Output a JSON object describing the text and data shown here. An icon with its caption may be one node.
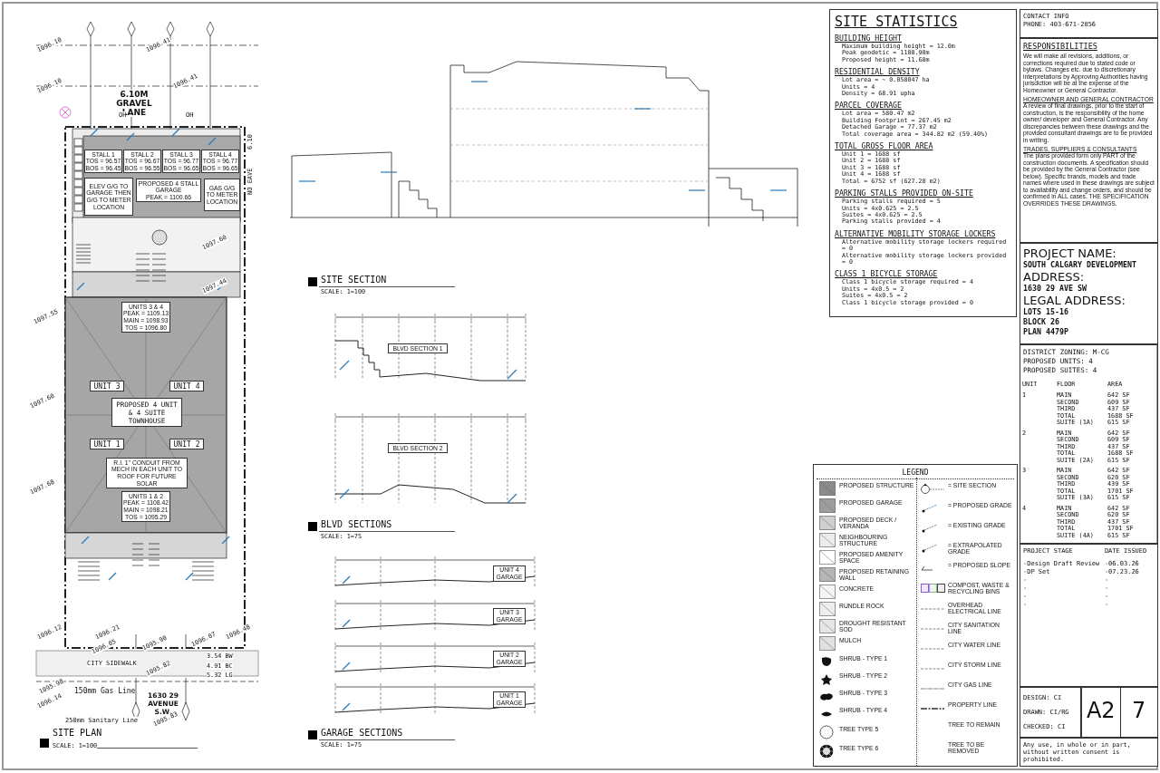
{
  "diagram": {
    "nodes": [
      {
        "text": [
          "SITE STATISTICS",
          "BUILDING HEIGHT",
          "Maximum building height = 12.0m",
          "Peak geodetic = 1108.90m",
          "Proposed height = 11.68m",
          "RESIDENTIAL DENSITY",
          "Lot area = ~ 0.058047 ha",
          "Units = 4",
          "Density = 68.91 upha",
          "PARCEL COVERAGE",
          "Lot area = 580.47 m2",
          "Building Footprint = 267.45 m2",
          "Detached Garage = 77.37 m2",
          "Total coverage area = 344.82 m2 (59.40%)",
          "TOTAL GROSS FLOOR AREA",
          "Unit 1 = 1688 sf",
          "Unit 2 = 1688 sf",
          "Unit 3 = 1688 sf",
          "Unit 4 = 1688 sf",
          "Total = 6752 sf (627.28 m2)",
          "PARKING STALLS PROVIDED ON-SITE",
          "Parking stalls required = 5",
          "Units = 4x0.625 = 2.5",
          "Suites = 4x0.625 = 2.5",
          "Parking stalls provided = 4",
          "ALTERNATIVE MOBILITY STORAGE LOCKERS",
          "Alternative mobility storage lockers required = 0",
          "Alternative mobility storage lockers provided = 0",
          "CLASS 1 BICYCLE STORAGE",
          "Class 1 bicycle storage required = 4",
          "Units = 4x0.5 = 2",
          "Suites = 4x0.5 = 2",
          "Class 1 bicycle storage provided = 0"
        ]
      },
      {
        "text": [
          "CONTACT INFO",
          "PHONE: 403-671-2856"
        ]
      },
      {
        "text": [
          "RESPONSIBILITIES",
          "We will make all revisions, additions, or corrections required due to stated code or bylaws. Changes etc. due to discretionary interpretations by Approving Authorities having jurisdiction will be at the expense of the Homeowner or General Contractor.",
          "HOMEOWNER AND GENERAL CONTRACTOR",
          "A review of final drawings, prior to the start of construction, is the responsibility of the home owner/ developer and General Contractor. Any discrepancies between these drawings and the provided consultant drawings are to be provided in writing.",
          "TRADES, SUPPLIERS & CONSULTANTS",
          "The plans provided form only PART of the construction documents. A specification should be provided by the General Contractor (see below). Specific brands, models and trade names where used in these drawings are subject to availability and change orders, and should be confirmed in ALL cases. THE SPECIFICATION OVERRIDES THESE DRAWINGS."
        ]
      },
      {
        "text": [
          "PROJECT NAME:",
          "SOUTH CALGARY DEVELOPMENT",
          "ADDRESS:",
          "1630 29 AVE SW",
          "LEGAL ADDRESS:",
          "LOTS 15-16",
          "BLOCK 26",
          "PLAN 4479P"
        ]
      },
      {
        "text": [
          "DISTRICT ZONING: M-CG",
          "PROPOSED UNITS: 4",
          "PROPOSED SUITES: 4"
        ]
      },
      {
        "text": [
          "PROJECT STAGE",
          "DATE ISSUED",
          "-Design Draft Review",
          "-06.03.26",
          "-DP Set",
          "-07.23.26",
          "-",
          "-",
          "-",
          "-",
          "-",
          "-",
          "-",
          "-"
        ]
      },
      {
        "text": [
          "DESIGN: CI",
          "DRAWN: CI/RG",
          "CHECKED: CI"
        ]
      },
      {
        "text": [
          "A2",
          "7"
        ]
      },
      {
        "text": [
          "Any use, in whole or in part, without written consent is prohibited."
        ]
      },
      {
        "text": [
          "LEGEND"
        ]
      },
      {
        "text": [
          "PROPOSED 4 STALL GARAGE",
          "PEAK = 1100.66"
        ]
      },
      {
        "text": [
          "STALL 1",
          "TOS = 96.57",
          "BOS = 96.45"
        ]
      },
      {
        "text": [
          "STALL 2",
          "TOS = 96.67",
          "BOS = 96.55"
        ]
      },
      {
        "text": [
          "STALL 3",
          "TOS = 96.77",
          "BOS = 96.65"
        ]
      },
      {
        "text": [
          "STALL 4",
          "TOS = 96.77",
          "BOS = 96.65"
        ]
      },
      {
        "text": [
          "ELEV G/G TO GARAGE THEN G/G TO METER LOCATION"
        ]
      },
      {
        "text": [
          "GAS G/G TO METER LOCATION"
        ]
      },
      {
        "text": [
          "UNITS 3 & 4",
          "PEAK = 1109.13",
          "MAIN = 1098.93",
          "TOS = 1096.80"
        ]
      },
      {
        "text": [
          "UNIT 3"
        ]
      },
      {
        "text": [
          "UNIT 4"
        ]
      },
      {
        "text": [
          "PROPOSED 4 UNIT & 4 SUITE TOWNHOUSE"
        ]
      },
      {
        "text": [
          "UNIT 1"
        ]
      },
      {
        "text": [
          "UNIT 2"
        ]
      },
      {
        "text": [
          "R.I. 1\" CONDUIT FROM MECH IN EACH UNIT TO ROOF FOR FUTURE SOLAR"
        ]
      },
      {
        "text": [
          "UNITS 1 & 2",
          "PEAK = 1108.42",
          "MAIN = 1098.21",
          "TOS = 1095.29"
        ]
      },
      {
        "text": [
          "BLVD SECTION 1"
        ]
      },
      {
        "text": [
          "BLVD SECTION 2"
        ]
      },
      {
        "text": [
          "UNIT 4 GARAGE"
        ]
      },
      {
        "text": [
          "UNIT 3 GARAGE"
        ]
      },
      {
        "text": [
          "UNIT 2 GARAGE"
        ]
      },
      {
        "text": [
          "UNIT 1 GARAGE"
        ]
      }
    ],
    "labels": [
      "6.10M GRAVEL LANE",
      "OH",
      "OH",
      "6.10",
      "NO EAVE",
      "1096.10",
      "1096.41",
      "1096.10",
      "1096.41",
      "1097.55",
      "1097.60",
      "1097.68",
      "1097.60",
      "1097.44",
      "1096.12",
      "1096.05",
      "1095.98",
      "1096.21",
      "1095.90",
      "1095.82",
      "1096.07",
      "1096.48",
      "3.54 BW",
      "4.91 BC",
      "5.32 LG",
      "CITY SIDEWALK",
      "150mm Gas Line",
      "1630 29 AVENUE S.W.",
      "1096.14",
      "250mm Sanitary Line",
      "1095.83",
      "SITE PLAN",
      "SCALE: 1=100",
      "SITE SECTION",
      "SCALE: 1=100",
      "BLVD SECTIONS",
      "SCALE: 1=75",
      "GARAGE SECTIONS",
      "SCALE: 1=75",
      "UNIT",
      "FLOOR",
      "AREA",
      "1",
      "MAIN",
      "642 SF",
      "SECOND",
      "609 SF",
      "THIRD",
      "437 SF",
      "TOTAL",
      "1688 SF",
      "SUITE (1A)",
      "615 SF",
      "2",
      "MAIN",
      "642 SF",
      "SECOND",
      "609 SF",
      "THIRD",
      "437 SF",
      "TOTAL",
      "1688 SF",
      "SUITE (2A)",
      "615 SF",
      "3",
      "MAIN",
      "642 SF",
      "SECOND",
      "620 SF",
      "THIRD",
      "439 SF",
      "TOTAL",
      "1701 SF",
      "SUITE (3A)",
      "615 SF",
      "4",
      "MAIN",
      "642 SF",
      "SECOND",
      "620 SF",
      "THIRD",
      "437 SF",
      "TOTAL",
      "1701 SF",
      "SUITE (4A)",
      "615 SF"
    ],
    "legend": [
      {
        "text": "PROPOSED STRUCTURE"
      },
      {
        "text": "PROPOSED GARAGE"
      },
      {
        "text": "PROPOSED DECK / VERANDA"
      },
      {
        "text": "NEIGHBOURING STRUCTURE"
      },
      {
        "text": "PROPOSED AMENITY SPACE"
      },
      {
        "text": "PROPOSED RETAINING WALL"
      },
      {
        "text": "CONCRETE"
      },
      {
        "text": "RUNDLE ROCK"
      },
      {
        "text": "DROUGHT RESISTANT SOD"
      },
      {
        "text": "MULCH"
      },
      {
        "text": "SHRUB - TYPE 1"
      },
      {
        "text": "SHRUB - TYPE 2"
      },
      {
        "text": "SHRUB - TYPE 3"
      },
      {
        "text": "SHRUB - TYPE 4"
      },
      {
        "text": "TREE TYPE 5"
      },
      {
        "text": "TREE TYPE 6"
      },
      {
        "text": "= SITE SECTION"
      },
      {
        "text": "= PROPOSED GRADE"
      },
      {
        "text": "= EXISTING GRADE"
      },
      {
        "text": "= EXTRAPOLATED GRADE"
      },
      {
        "text": "= PROPOSED SLOPE"
      },
      {
        "text": "COMPOST, WASTE & RECYCLING BINS"
      },
      {
        "text": "OVERHEAD ELECTRICAL LINE"
      },
      {
        "text": "CITY SANITATION LINE"
      },
      {
        "text": "CITY WATER LINE"
      },
      {
        "text": "CITY STORM LINE"
      },
      {
        "text": "CITY GAS LINE"
      },
      {
        "text": "PROPERTY LINE"
      },
      {
        "text": "TREE TO REMAIN"
      },
      {
        "text": "TREE TO BE REMOVED"
      }
    ]
  }
}
